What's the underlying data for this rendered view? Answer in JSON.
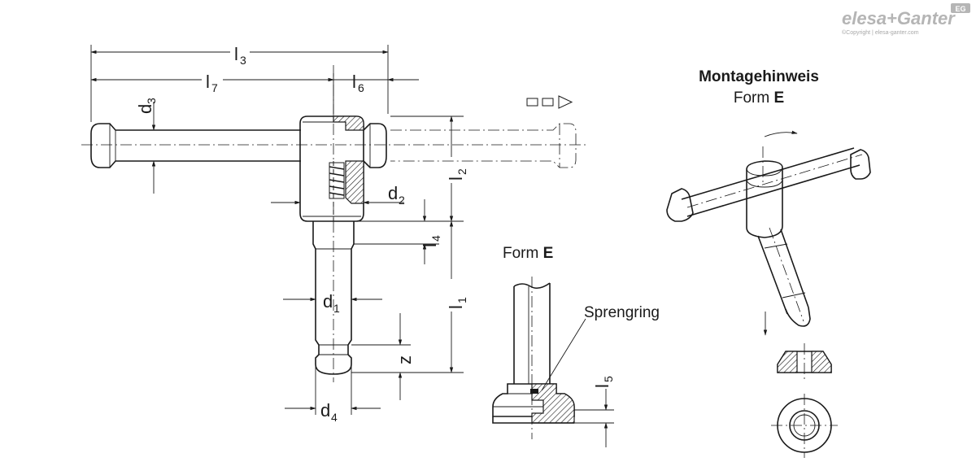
{
  "brand": {
    "logo_text": "elesa+Ganter",
    "logo_badge": "EG",
    "copyright": "©Copyright | elesa-ganter.com"
  },
  "dimensions": {
    "l3": {
      "main": "l",
      "sub": "3"
    },
    "l7": {
      "main": "l",
      "sub": "7"
    },
    "l6": {
      "main": "l",
      "sub": "6"
    },
    "d3": {
      "main": "d",
      "sub": "3"
    },
    "d2": {
      "main": "d",
      "sub": "2"
    },
    "l2": {
      "main": "l",
      "sub": "2"
    },
    "l4": {
      "main": "l",
      "sub": "4"
    },
    "l1": {
      "main": "l",
      "sub": "1"
    },
    "d1": {
      "main": "d",
      "sub": "1"
    },
    "z": {
      "main": "z",
      "sub": ""
    },
    "d4": {
      "main": "d",
      "sub": "4"
    },
    "l5": {
      "main": "l",
      "sub": "5"
    }
  },
  "detail": {
    "title_prefix": "Form ",
    "title_bold": "E",
    "ring_label": "Sprengring"
  },
  "assembly": {
    "heading": "Montagehinweis",
    "sub_prefix": "Form ",
    "sub_bold": "E"
  }
}
